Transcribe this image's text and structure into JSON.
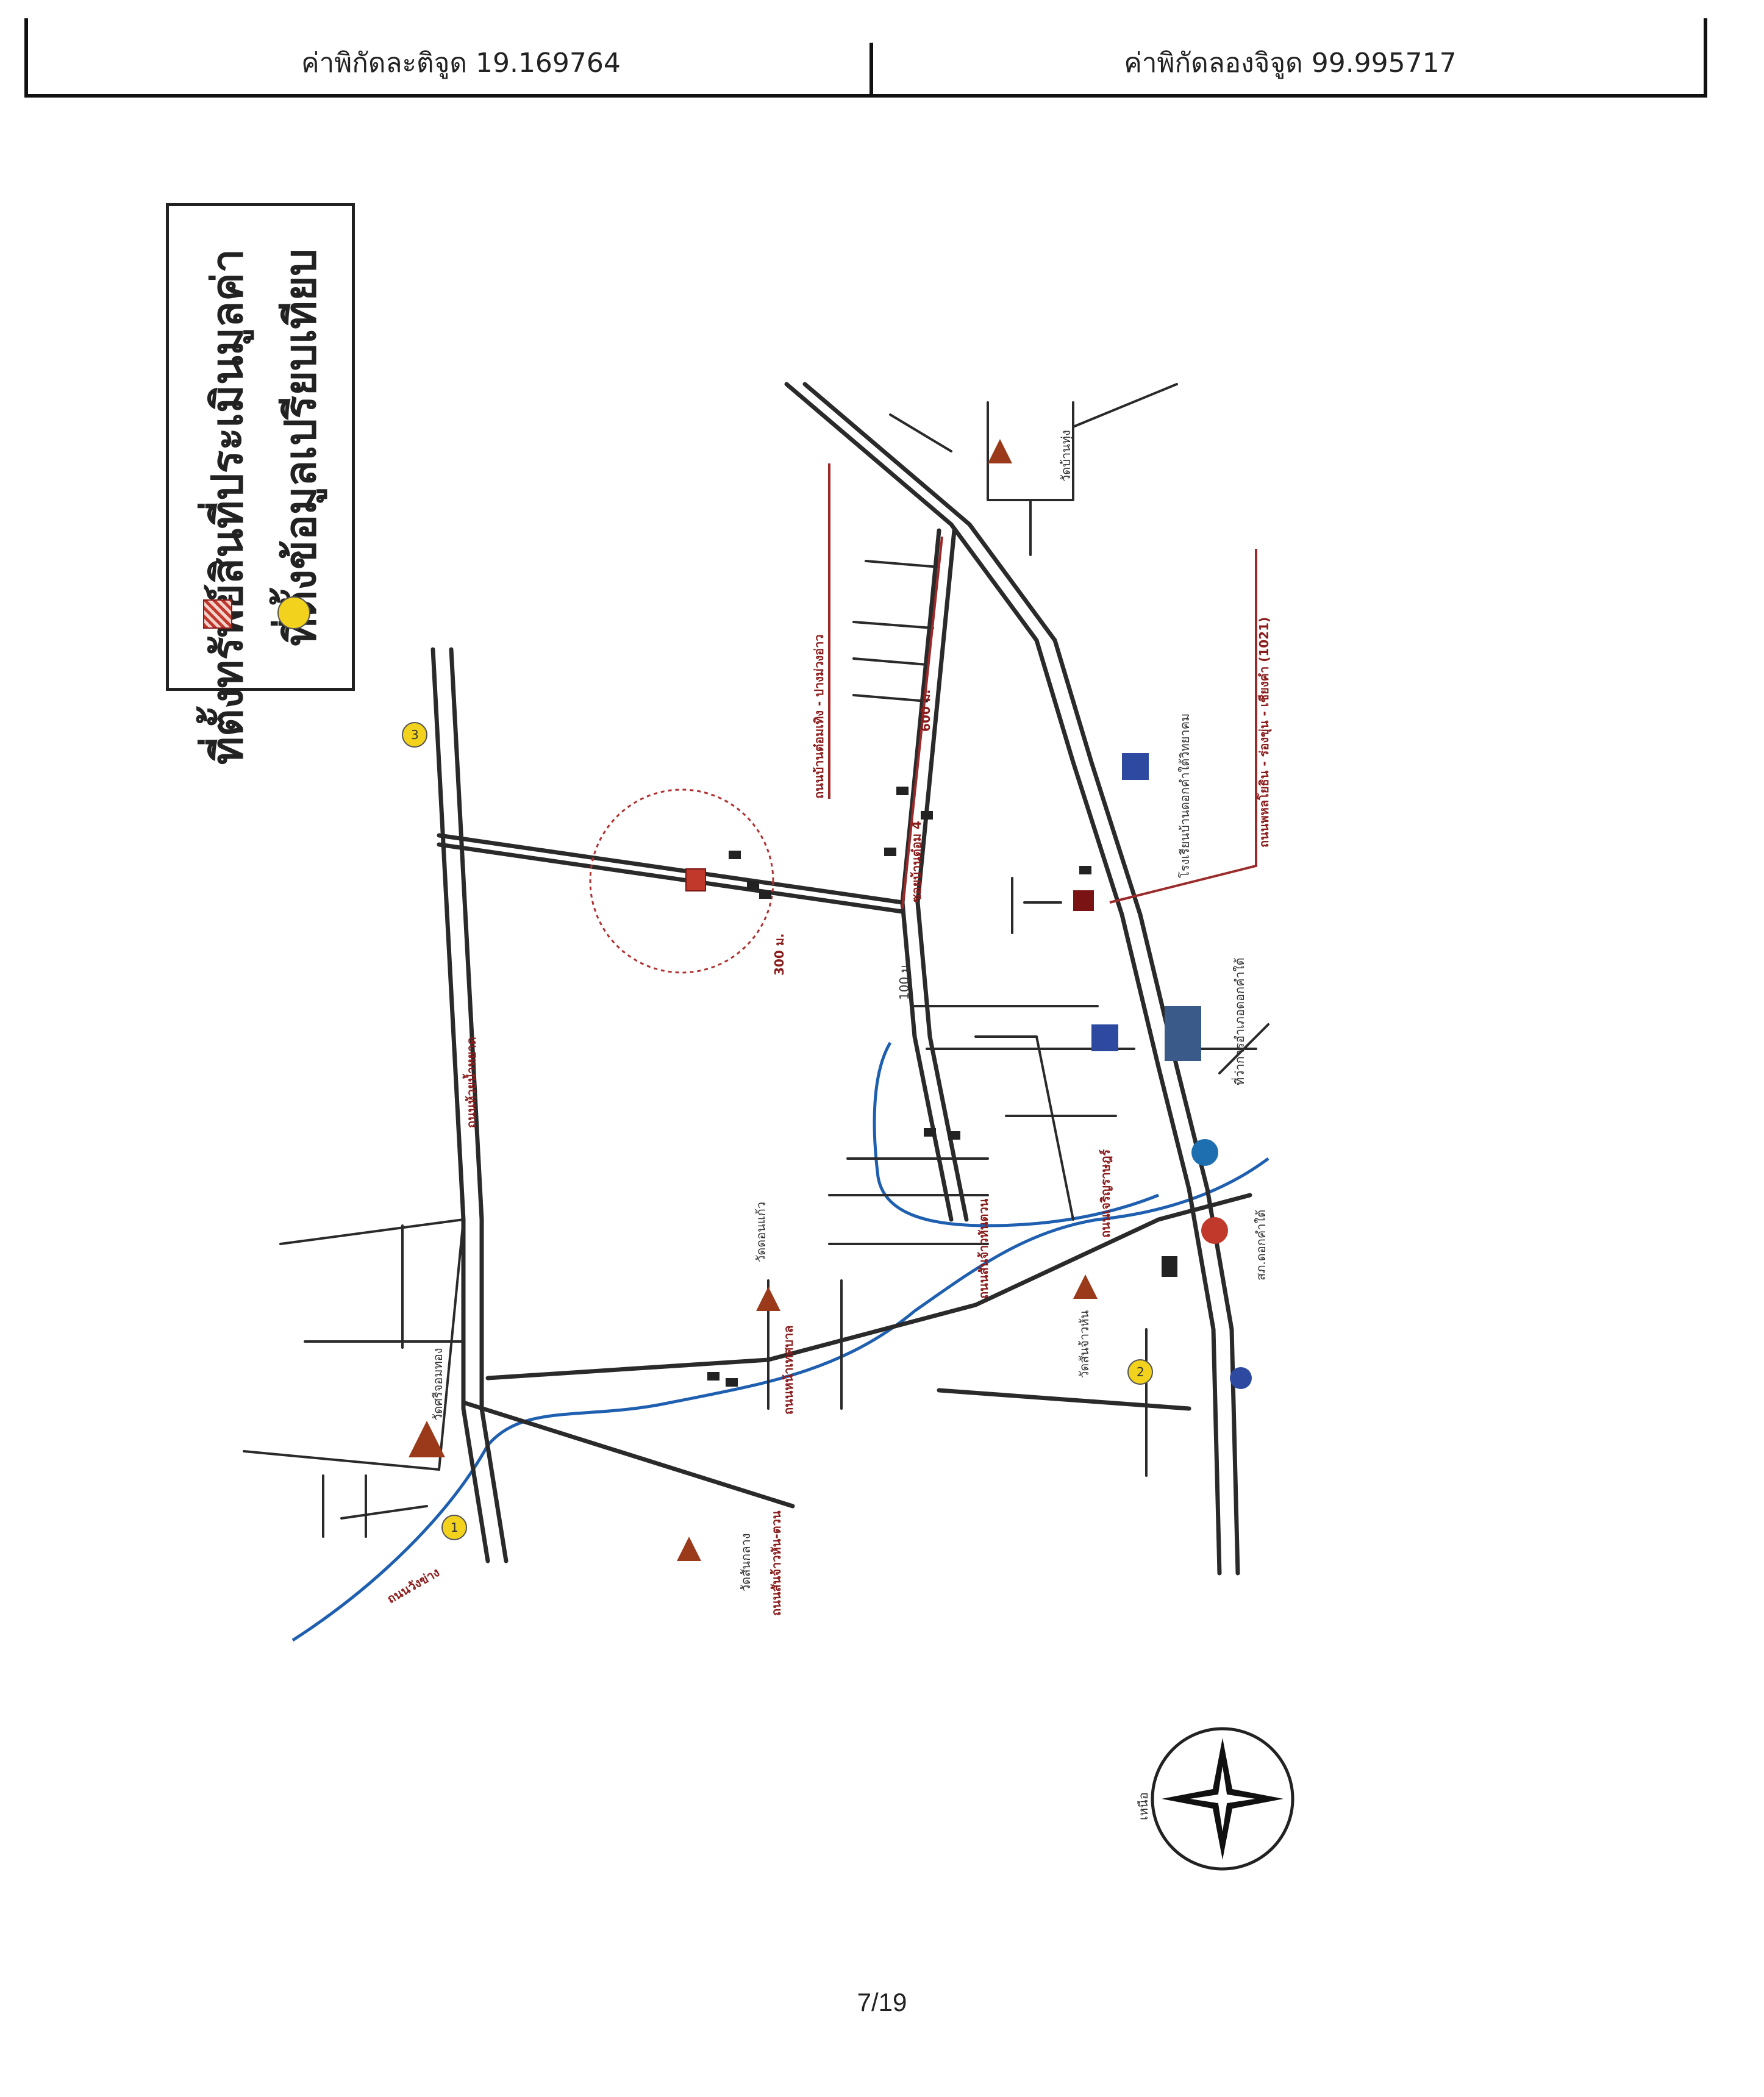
{
  "header": {
    "latitude_label": "ค่าพิกัดละติจูด 19.169764",
    "longitude_label": "ค่าพิกัดลองจิจูด 99.995717"
  },
  "legend": {
    "item1": "ที่ตั้งทรัพย์สินที่ประเมินมูลค่า",
    "item2": "ที่ตั้งข้อมูลเปรียบเทียบ",
    "item1_color": "#c0392b",
    "item2_color": "#f2d21c"
  },
  "map": {
    "comparables": [
      "1",
      "2",
      "3"
    ],
    "road_labels": [
      "ถนนพหลโยธิน - ร่องขุ่น - เชียงคำ (1021)",
      "ถนนเจริญราษฎร์",
      "ถนนหน้าเทศบาล",
      "ถนนสันจ้าวหันตวน",
      "ถนนห้วยน้ำหยาด",
      "ถนนสันจ้าวหัน-ตวน",
      "ถนนบ้านต๋อมเทิง - ปางม่วงอ่าว",
      "ถนนวังข่าง",
      "ซอยบ้านต๋อม 4"
    ],
    "distances": [
      "600 ม.",
      "300 ม.",
      "100 ม."
    ],
    "places": [
      "วัดบ้านทุ่ง",
      "โรงเรียนบ้านดอกคำใต้วิทยาคม",
      "ที่ว่าการอำเภอดอกคำใต้",
      "สภ.ดอกคำใต้",
      "วัดดอนแก้ว",
      "วัดศรีจอมทอง",
      "วัดสันกลาง",
      "วัดสันจ้าวหัน"
    ],
    "compass": {
      "north": "เหนือ"
    }
  },
  "footer": {
    "page": "7/19"
  }
}
